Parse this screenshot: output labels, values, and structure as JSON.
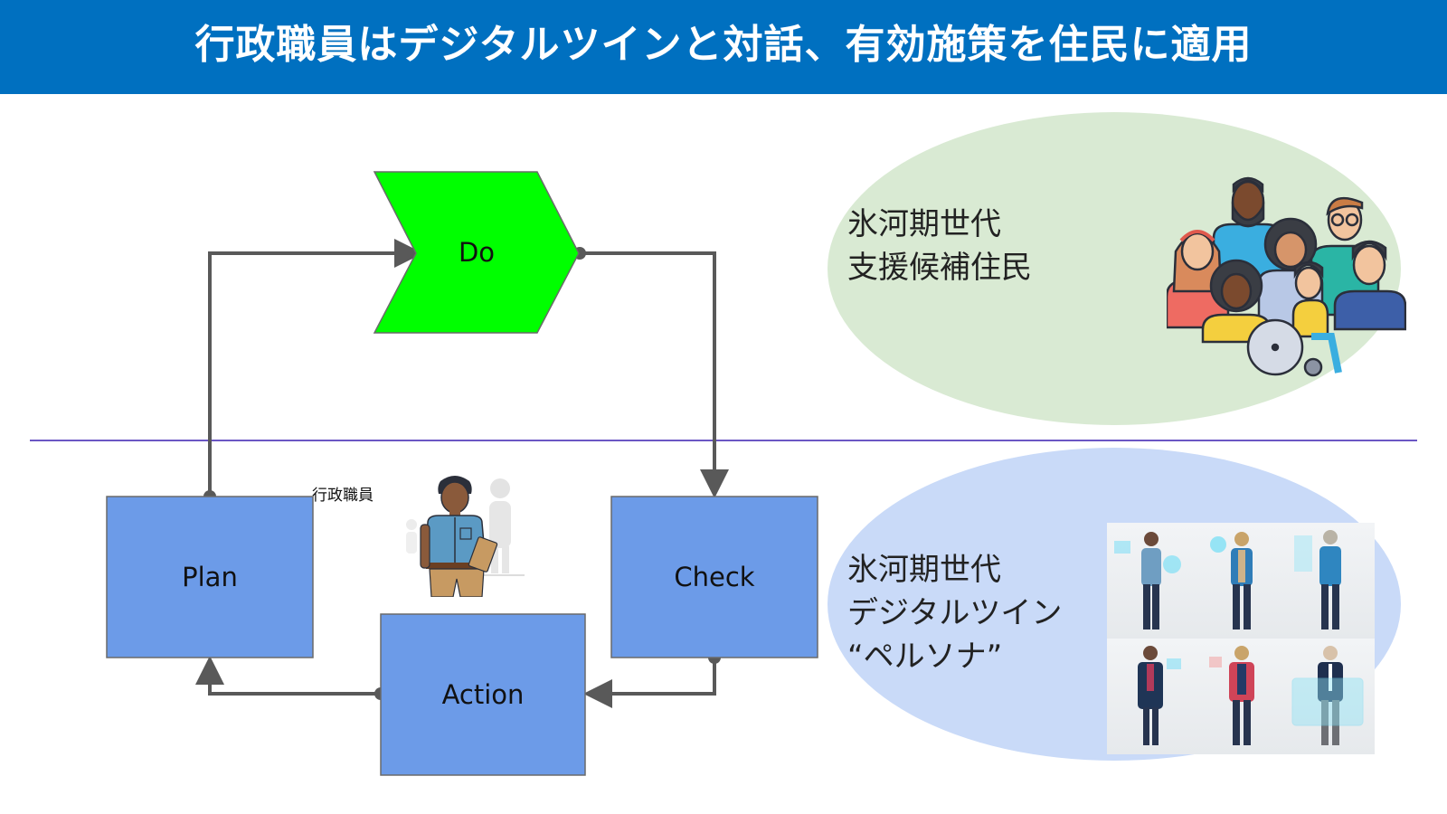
{
  "header": {
    "title": "行政職員はデジタルツインと対話、有効施策を住民に適用"
  },
  "cycle": {
    "do": {
      "label": "Do",
      "color": "#00FF00"
    },
    "plan": {
      "label": "Plan",
      "color": "#6C9BE8"
    },
    "check": {
      "label": "Check",
      "color": "#6C9BE8"
    },
    "action": {
      "label": "Action",
      "color": "#6C9BE8"
    },
    "connector_color": "#595959"
  },
  "officer": {
    "label": "行政職員",
    "icon": "government-officer-icon"
  },
  "divider": {
    "color": "#3A1FB0"
  },
  "residents": {
    "line1": "氷河期世代",
    "line2": "支援候補住民",
    "ellipse_color": "#D9EAD3",
    "icon": "diverse-people-group-icon"
  },
  "personas": {
    "line1": "氷河期世代",
    "line2": "デジタルツイン",
    "line3": "“ペルソナ”",
    "ellipse_color": "#C9DAF8",
    "images": [
      {
        "name": "persona-woman-light-blue-sweater"
      },
      {
        "name": "persona-woman-blue-cardigan"
      },
      {
        "name": "persona-older-woman-blue-jacket"
      },
      {
        "name": "persona-woman-navy-coat"
      },
      {
        "name": "persona-woman-red-jacket"
      },
      {
        "name": "persona-older-man-suit"
      }
    ]
  }
}
